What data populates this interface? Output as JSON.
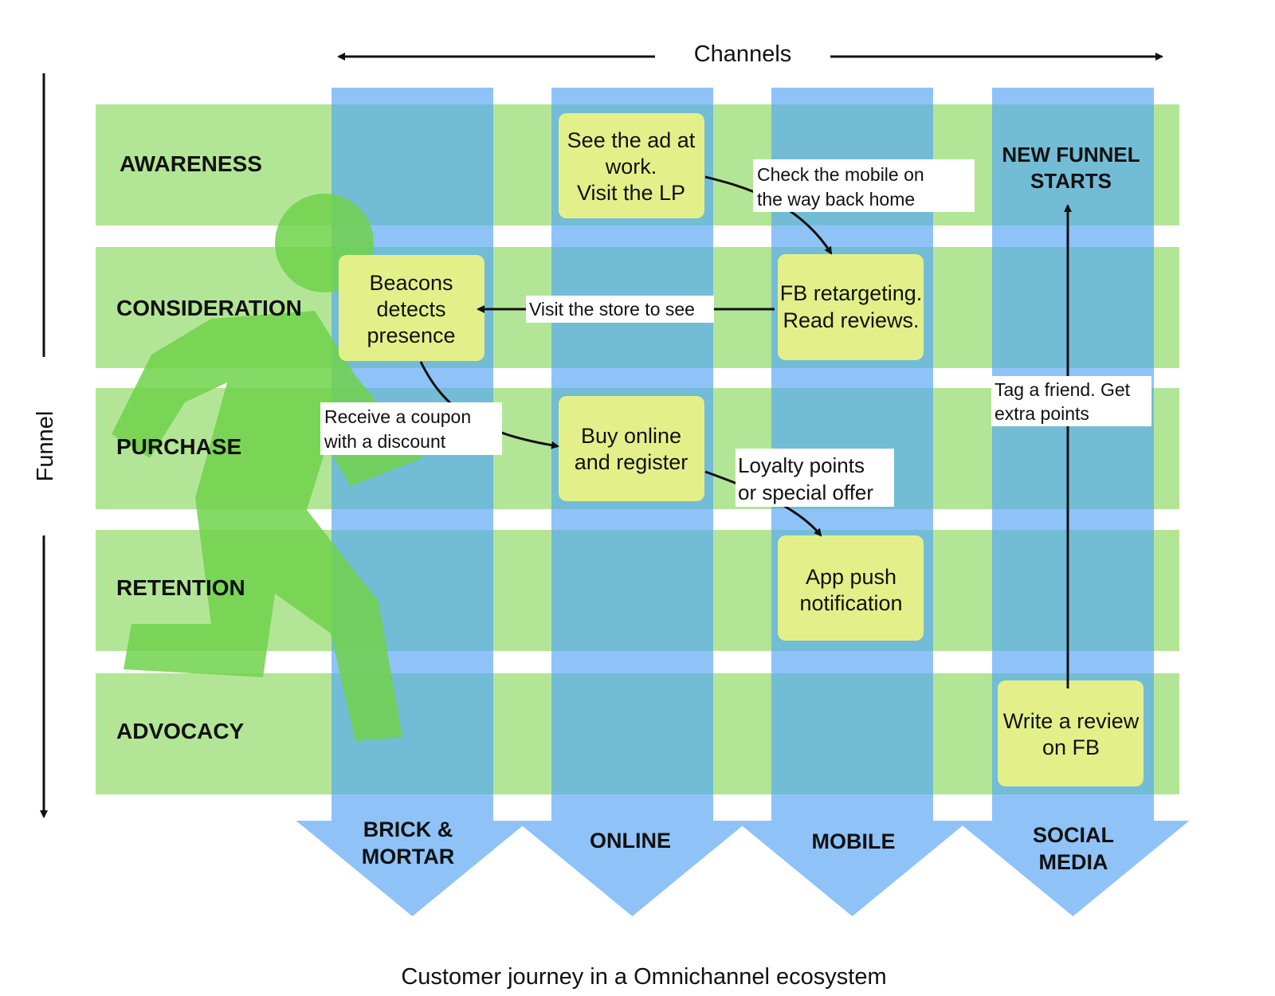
{
  "colors": {
    "band_green": "#b3e597",
    "column_blue": "#8fc3f8",
    "overlap": "#73bcd6",
    "box_yellow": "#e3f08a",
    "figure_green": "#70d24a",
    "label_bg": "#ffffff"
  },
  "axis": {
    "channels_label": "Channels",
    "funnel_label": "Funnel"
  },
  "stages": [
    "AWARENESS",
    "CONSIDERATION",
    "PURCHASE",
    "RETENTION",
    "ADVOCACY"
  ],
  "channels": [
    {
      "line1": "BRICK &",
      "line2": "MORTAR"
    },
    {
      "line1": "ONLINE",
      "line2": ""
    },
    {
      "line1": "MOBILE",
      "line2": ""
    },
    {
      "line1": "SOCIAL",
      "line2": "MEDIA"
    }
  ],
  "boxes": {
    "see_ad": [
      "See the ad at",
      "work.",
      "Visit the LP"
    ],
    "beacons": [
      "Beacons",
      "detects",
      "presence"
    ],
    "fb_retarget": [
      "FB retargeting.",
      "Read reviews."
    ],
    "buy_online": [
      "Buy online",
      "and register"
    ],
    "app_push": [
      "App push",
      "notification"
    ],
    "write_review": [
      "Write a review",
      "on FB"
    ]
  },
  "new_funnel": [
    "NEW FUNNEL",
    "STARTS"
  ],
  "labels": {
    "check_mobile": [
      "Check the mobile on",
      "the way back home"
    ],
    "visit_store": [
      "Visit the store to see"
    ],
    "coupon": [
      "Receive a coupon",
      "with a discount"
    ],
    "loyalty": [
      "Loyalty points",
      "or special offer"
    ],
    "tag_friend": [
      "Tag a friend. Get",
      "extra points"
    ]
  },
  "caption": "Customer journey in a Omnichannel ecosystem"
}
